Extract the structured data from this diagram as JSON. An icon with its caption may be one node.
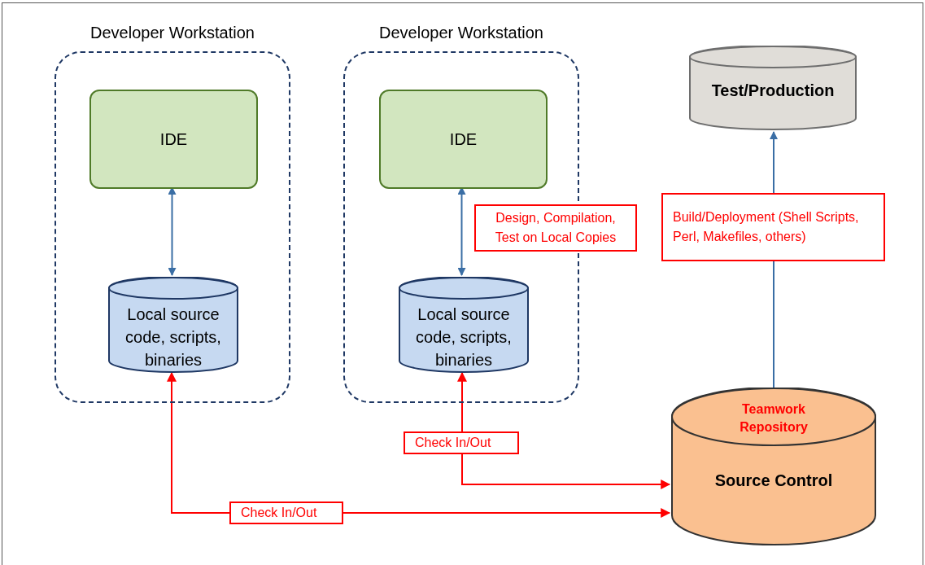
{
  "diagram": {
    "nodes": [
      {
        "text": [
          "Developer Workstation"
        ]
      },
      {
        "text": [
          "IDE"
        ],
        "in": 0
      },
      {
        "text": [
          "Local source code, scripts, binaries"
        ],
        "in": 0
      },
      {
        "text": [
          "Developer Workstation"
        ]
      },
      {
        "text": [
          "IDE"
        ],
        "in": 3
      },
      {
        "text": [
          "Local source code, scripts, binaries"
        ],
        "in": 3
      },
      {
        "text": [
          "Design, Compilation, Test on Local Copies"
        ]
      },
      {
        "text": [
          "Test/Production"
        ]
      },
      {
        "text": [
          "Teamwork Repository",
          "Source Control"
        ]
      }
    ],
    "edges": [
      {
        "from": 1,
        "to": 2,
        "arrow": "both"
      },
      {
        "from": 4,
        "to": 5,
        "arrow": "both"
      },
      {
        "from": 8,
        "to": 7,
        "arrow": "to",
        "label": "Build/Deployment (Shell Scripts, Perl, Makefiles, others)"
      },
      {
        "from": 2,
        "to": 8,
        "arrow": "both",
        "label": "Check In/Out",
        "color": "#ff0000"
      },
      {
        "from": 5,
        "to": 8,
        "arrow": "both",
        "label": "Check In/Out",
        "color": "#ff0000"
      }
    ]
  }
}
